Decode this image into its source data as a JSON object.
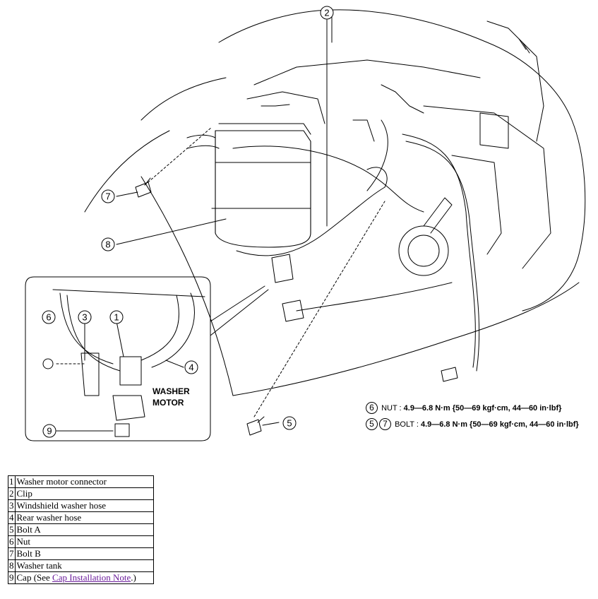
{
  "diagram": {
    "callouts": [
      "1",
      "2",
      "3",
      "4",
      "5",
      "6",
      "7",
      "8",
      "9"
    ],
    "detail_label_line1": "WASHER",
    "detail_label_line2": "MOTOR"
  },
  "specs": {
    "nut": {
      "nums": [
        "6"
      ],
      "label": "NUT : ",
      "value": "4.9—6.8 N·m {50—69 kgf·cm, 44—60 in·lbf}"
    },
    "bolt": {
      "nums": [
        "5",
        "7"
      ],
      "label": "BOLT : ",
      "value": "4.9—6.8 N·m {50—69 kgf·cm, 44—60 in·lbf}"
    }
  },
  "legend": [
    {
      "num": "1",
      "desc": "Washer motor connector"
    },
    {
      "num": "2",
      "desc": "Clip"
    },
    {
      "num": "3",
      "desc": "Windshield washer hose"
    },
    {
      "num": "4",
      "desc": "Rear washer hose"
    },
    {
      "num": "5",
      "desc": "Bolt A"
    },
    {
      "num": "6",
      "desc": "Nut"
    },
    {
      "num": "7",
      "desc": "Bolt B"
    },
    {
      "num": "8",
      "desc": "Washer tank"
    },
    {
      "num": "9",
      "desc": "Cap (See ",
      "link": "Cap Installation Note",
      "after": ".)"
    }
  ]
}
